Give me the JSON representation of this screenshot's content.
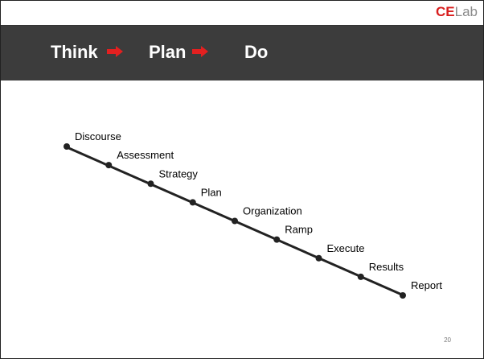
{
  "logo": {
    "ce": "CE",
    "lab": "Lab"
  },
  "header": {
    "words": [
      "Think",
      "Plan",
      "Do"
    ],
    "arrow_color": "#e32020",
    "background": "#3c3c3c"
  },
  "steps": [
    "Discourse",
    "Assessment",
    "Strategy",
    "Plan",
    "Organization",
    "Ramp",
    "Execute",
    "Results",
    "Report"
  ],
  "page_number": "20"
}
